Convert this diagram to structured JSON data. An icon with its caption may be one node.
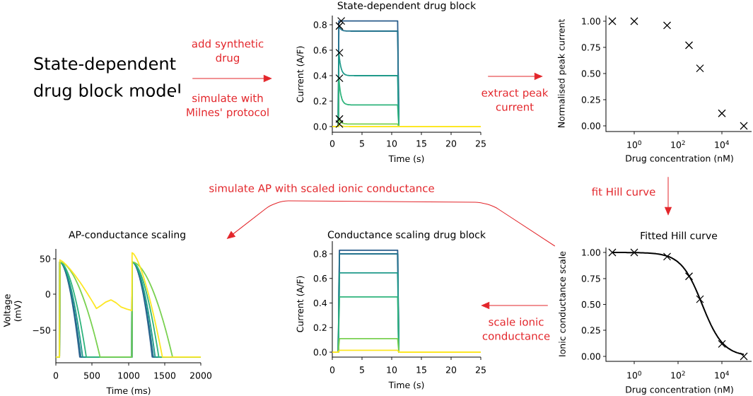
{
  "diagram": {
    "nodes": [
      {
        "text": [
          "State-dependent drug block model"
        ]
      },
      {
        "text": [
          "State-dependent drug block",
          "Current (A/F)",
          "Time (s)",
          "0.8",
          "0.6",
          "0.4",
          "0.2",
          "0.0",
          "0",
          "5",
          "10",
          "15",
          "20",
          "25"
        ]
      },
      {
        "text": [
          "Normalised peak current",
          "Drug concentration (nM)",
          "1.00",
          "0.75",
          "0.50",
          "0.25",
          "0.00",
          "10$^{0}$",
          "10$^{2}$",
          "10$^{4}$"
        ]
      },
      {
        "text": [
          "Fitted Hill curve",
          "Ionic conductance scale",
          "Drug concentration (nM)",
          "1.00",
          "0.75",
          "0.50",
          "0.25",
          "0.00",
          "10$^{0}$",
          "10$^{2}$",
          "10$^{4}$"
        ]
      },
      {
        "text": [
          "Conductance scaling drug block",
          "Current (A/F)",
          "Time (s)",
          "0.8",
          "0.6",
          "0.4",
          "0.2",
          "0.0",
          "0",
          "5",
          "10",
          "15",
          "20",
          "25"
        ]
      },
      {
        "text": [
          "AP-conductance scaling",
          "Voltage (mV)",
          "Time (ms)",
          "50",
          "0",
          "−50",
          "0",
          "500",
          "1000",
          "1500",
          "2000"
        ]
      }
    ],
    "edges": [
      {
        "from": 0,
        "to": 1,
        "arrow": "to",
        "label": "add synthetic drug"
      },
      {
        "from": 1,
        "to": 2,
        "arrow": "to",
        "label": "extract peak current"
      },
      {
        "from": 2,
        "to": 3,
        "arrow": "to",
        "label": "fit Hill curve"
      },
      {
        "from": 3,
        "to": 4,
        "arrow": "to",
        "label": "scale ionic conductance"
      },
      {
        "from": 3,
        "to": 5,
        "arrow": "to",
        "label": "simulate AP with scaled ionic conductance"
      }
    ],
    "labels": [
      "simulate with Milnes' protocol"
    ]
  }
}
